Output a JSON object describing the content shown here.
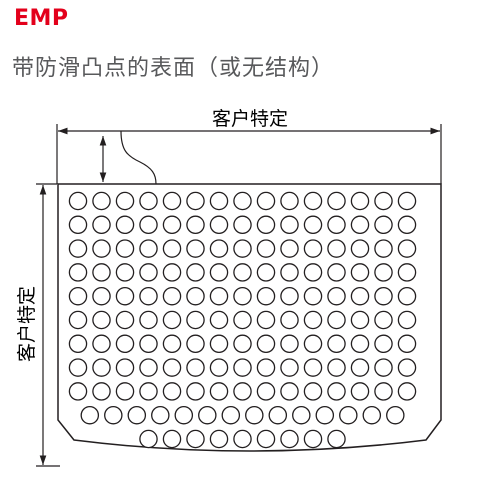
{
  "header": {
    "code": "EMP",
    "subtitle": "带防滑凸点的表面（或无结构）"
  },
  "dimensions": {
    "width_label": "客户特定",
    "height_label": "客户特定"
  },
  "pattern": {
    "row_counts": [
      15,
      15,
      15,
      15,
      15,
      15,
      15,
      15,
      15,
      14,
      9
    ]
  },
  "colors": {
    "accent": "#e3001b",
    "text": "#58595b",
    "line": "#231f20",
    "dot_fill": "#ffffff"
  }
}
